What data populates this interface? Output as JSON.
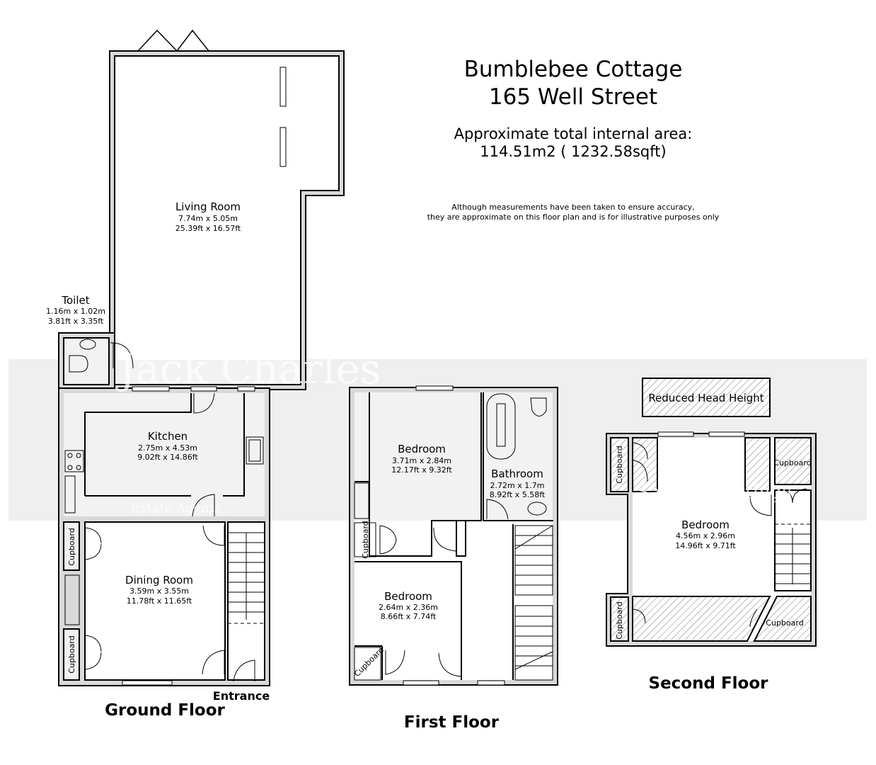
{
  "header": {
    "title_line1": "Bumblebee Cottage",
    "title_line2": "165 Well Street",
    "area_label": "Approximate total internal area:",
    "area_value": "114.51m2 ( 1232.58sqft)",
    "disclaimer_line1": "Although measurements have been taken to ensure accuracy,",
    "disclaimer_line2": "they are approximate on this floor plan and is for illustrative purposes only"
  },
  "watermark": {
    "brand": "Jack Charles",
    "tagline": "Estate Agents",
    "secondary": "Sales & Lettings",
    "band_color": "#efefef",
    "accent_color": "#fde6ea"
  },
  "ground_floor": {
    "label": "Ground Floor",
    "entrance_label": "Entrance",
    "rooms": {
      "living": {
        "name": "Living Room",
        "metric": "7.74m x 5.05m",
        "imperial": "25.39ft x 16.57ft"
      },
      "toilet": {
        "name": "Toilet",
        "metric": "1.16m x 1.02m",
        "imperial": "3.81ft x 3.35ft"
      },
      "kitchen": {
        "name": "Kitchen",
        "metric": "2.75m x 4.53m",
        "imperial": "9.02ft x 14.86ft"
      },
      "dining": {
        "name": "Dining Room",
        "metric": "3.59m x 3.55m",
        "imperial": "11.78ft x 11.65ft"
      }
    },
    "cupboards": [
      "Cupboard",
      "Cupboard"
    ]
  },
  "first_floor": {
    "label": "First Floor",
    "rooms": {
      "bedroom1": {
        "name": "Bedroom",
        "metric": "3.71m x 2.84m",
        "imperial": "12.17ft x 9.32ft"
      },
      "bathroom": {
        "name": "Bathroom",
        "metric": "2.72m x 1.7m",
        "imperial": "8.92ft x 5.58ft"
      },
      "bedroom2": {
        "name": "Bedroom",
        "metric": "2.64m x 2.36m",
        "imperial": "8.66ft x 7.74ft"
      }
    },
    "cupboards": [
      "Cupboard",
      "Cupboard"
    ]
  },
  "second_floor": {
    "label": "Second Floor",
    "reduced_head_height": "Reduced Head Height",
    "rooms": {
      "bedroom": {
        "name": "Bedroom",
        "metric": "4.56m x 2.96m",
        "imperial": "14.96ft x 9.71ft"
      }
    },
    "cupboards": [
      "Cupboard",
      "Cupboard",
      "Cupboard",
      "Cupboard"
    ]
  }
}
